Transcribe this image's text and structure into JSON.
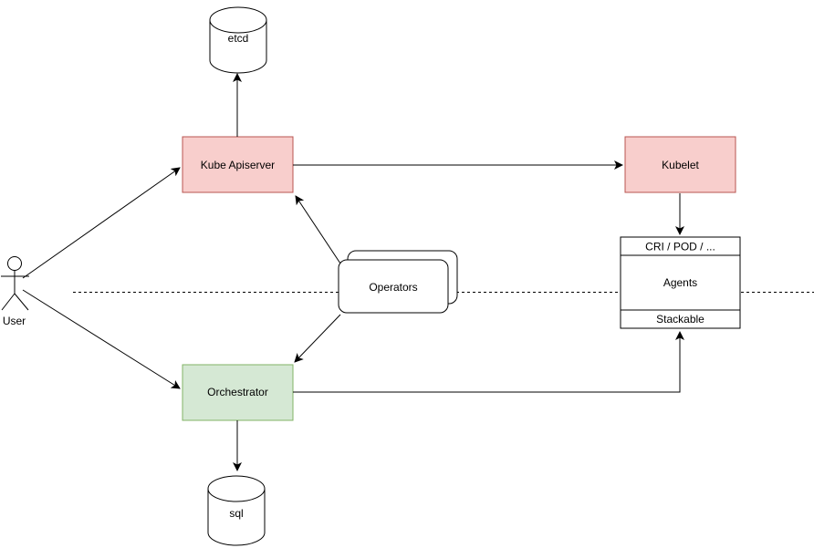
{
  "diagram": {
    "kind": "architecture-diagram",
    "background": "#ffffff",
    "line_color": "#000000",
    "nodes": {
      "user": {
        "label": "User",
        "type": "actor"
      },
      "etcd": {
        "label": "etcd",
        "type": "database-cylinder",
        "fill": "#ffffff",
        "border": "#000000"
      },
      "kube_apiserver": {
        "label": "Kube Apiserver",
        "type": "box",
        "fill": "#f8cecc",
        "border": "#b85450"
      },
      "kubelet": {
        "label": "Kubelet",
        "type": "box",
        "fill": "#f8cecc",
        "border": "#b85450"
      },
      "operators": {
        "label": "Operators",
        "type": "stacked-rounded-box",
        "fill": "#ffffff",
        "border": "#000000"
      },
      "orchestrator": {
        "label": "Orchestrator",
        "type": "box",
        "fill": "#d5e8d4",
        "border": "#82b366"
      },
      "runtime_stack": {
        "header": "CRI / POD / ...",
        "body": "Agents",
        "footer": "Stackable",
        "type": "sectioned-box",
        "fill": "#ffffff",
        "border": "#000000"
      },
      "sql": {
        "label": "sql",
        "type": "database-cylinder",
        "fill": "#ffffff",
        "border": "#000000"
      }
    },
    "edges": [
      {
        "from": "user",
        "to": "kube_apiserver",
        "arrow": true
      },
      {
        "from": "user",
        "to": "orchestrator",
        "arrow": true
      },
      {
        "from": "kube_apiserver",
        "to": "etcd",
        "arrow": true
      },
      {
        "from": "kube_apiserver",
        "to": "kubelet",
        "arrow": true
      },
      {
        "from": "operators",
        "to": "kube_apiserver",
        "arrow": true
      },
      {
        "from": "operators",
        "to": "orchestrator",
        "arrow": true
      },
      {
        "from": "kubelet",
        "to": "runtime_stack",
        "arrow": true
      },
      {
        "from": "orchestrator",
        "to": "sql",
        "arrow": true
      },
      {
        "from": "orchestrator",
        "to": "runtime_stack_footer",
        "arrow": true
      }
    ],
    "separator": {
      "style": "dashed",
      "orientation": "horizontal"
    }
  }
}
